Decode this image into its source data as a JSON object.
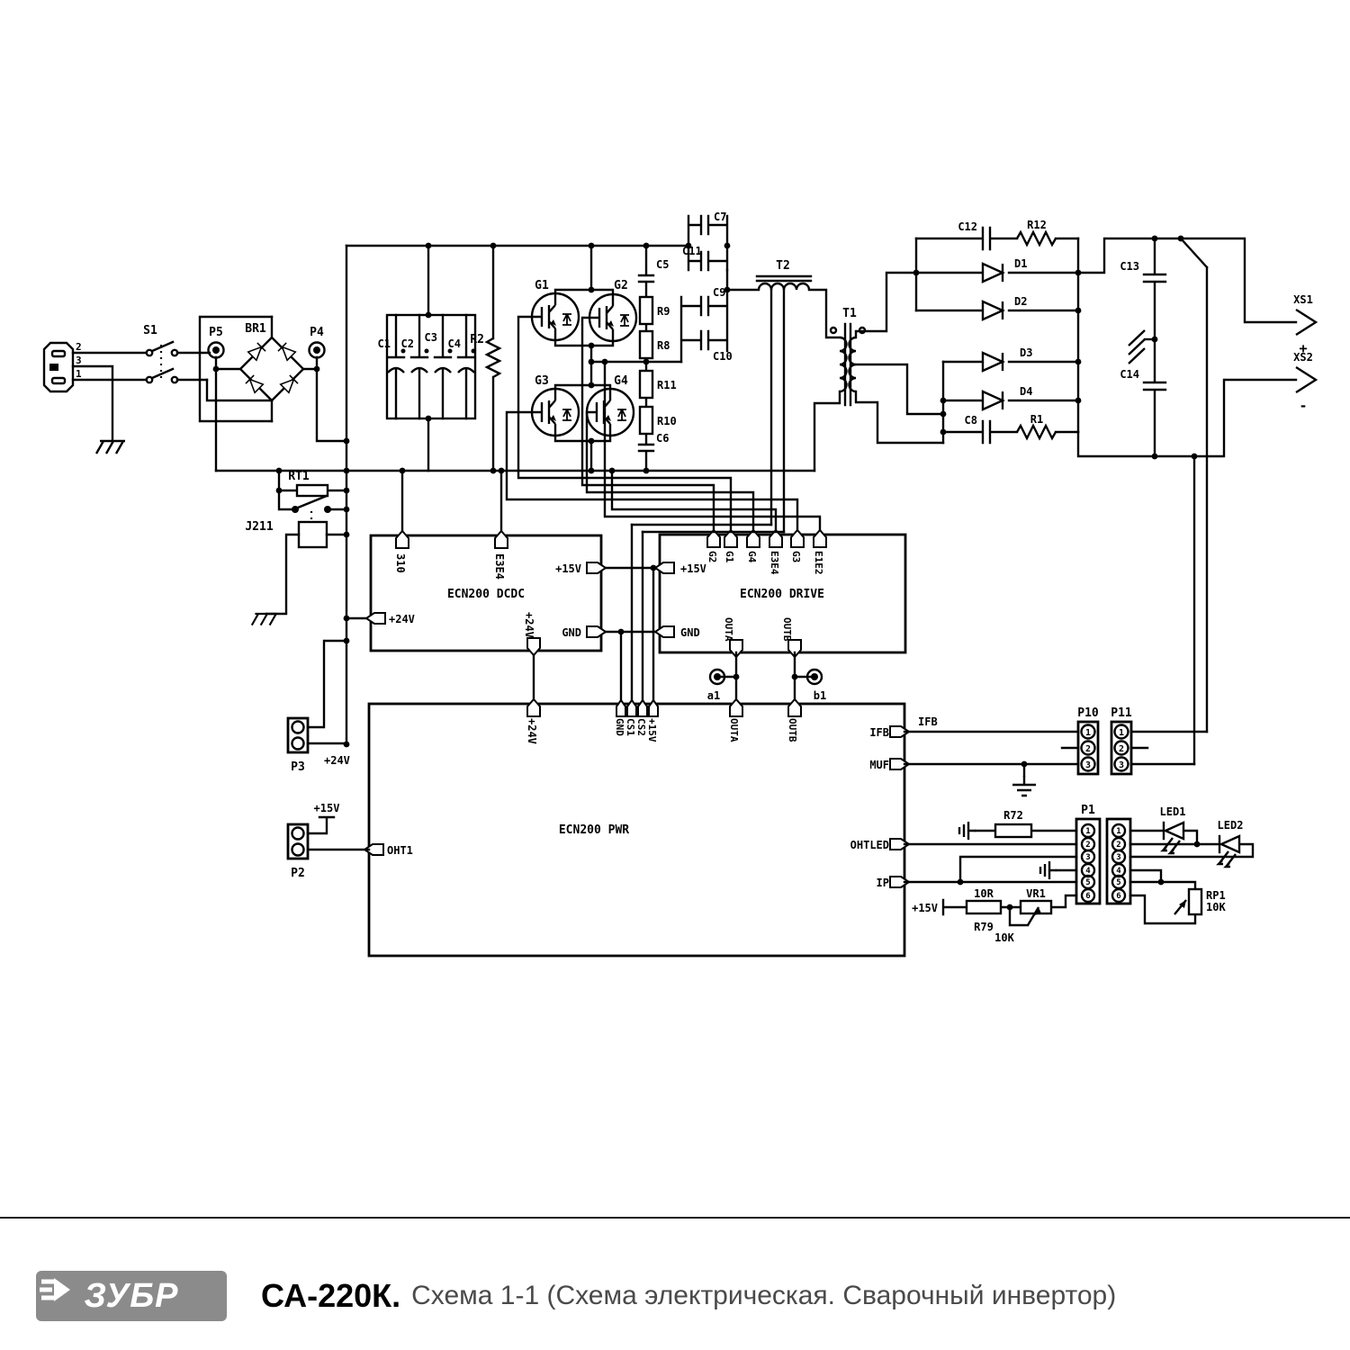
{
  "footer": {
    "logo_text": "ЗУБР",
    "model": "СА-220К.",
    "caption": "Схема 1-1 (Схема электрическая. Сварочный инвертор)"
  },
  "ac_input": {
    "pin_top": "2",
    "pin_mid": "3",
    "pin_bot": "1",
    "switch": "S1"
  },
  "rect_in": {
    "p5": "P5",
    "br1": "BR1",
    "p4": "P4",
    "rt1": "RT1",
    "relay": "J211"
  },
  "bus": {
    "c1": "C1",
    "c2": "C2",
    "c3": "C3",
    "c4": "C4",
    "r2": "R2"
  },
  "inv": {
    "g1": "G1",
    "g2": "G2",
    "g3": "G3",
    "g4": "G4",
    "c5": "C5",
    "c6": "C6",
    "r9": "R9",
    "r8": "R8",
    "r11": "R11",
    "r10": "R10",
    "c7": "C7",
    "c11": "C11",
    "c9": "C9",
    "c10": "C10",
    "t2": "T2",
    "t1": "T1"
  },
  "outrect": {
    "c12": "C12",
    "r12": "R12",
    "d1": "D1",
    "d2": "D2",
    "d3": "D3",
    "d4": "D4",
    "c8": "C8",
    "r1": "R1",
    "c13": "C13",
    "c14": "C14"
  },
  "outputs": {
    "xs1": "XS1",
    "xs1_pol": "+",
    "xs2": "XS2",
    "xs2_pol": "-"
  },
  "dcdc": {
    "title": "ECN200 DCDC",
    "p310": "310",
    "pe3e4": "E3E4",
    "p15": "+15V",
    "pgnd": "GND",
    "p24l": "+24V",
    "p24b": "+24V"
  },
  "drive": {
    "title": "ECN200 DRIVE",
    "pg2": "G2",
    "pg1": "G1",
    "pg4": "G4",
    "pe3e4": "E3E4",
    "pg3": "G3",
    "pe1e2": "E1E2",
    "p15": "+15V",
    "pgnd": "GND",
    "pouta": "OUTA",
    "poutb": "OUTB",
    "tpa": "a1",
    "tpb": "b1"
  },
  "pwr": {
    "title": "ECN200 PWR",
    "p24": "+24V",
    "pgnd": "GND",
    "pcs1": "CS1",
    "pcs2": "CS2",
    "p15": "+15V",
    "pouta": "OUTA",
    "poutb": "OUTB",
    "pifb": "IFB",
    "pmuf": "MUF",
    "pohtled": "OHTLED",
    "pip": "IP",
    "poht1": "OHT1",
    "ifb_wire": "IFB"
  },
  "left_conn": {
    "p3": "P3",
    "p3_net": "+24V",
    "p2": "P2",
    "p2_net": "+15V"
  },
  "p10": {
    "label": "P10",
    "pins": [
      "1",
      "2",
      "3"
    ]
  },
  "p11": {
    "label": "P11",
    "pins": [
      "1",
      "2",
      "3"
    ]
  },
  "p1": {
    "label": "P1",
    "pins": [
      "1",
      "2",
      "3",
      "4",
      "5",
      "6"
    ]
  },
  "p1b": {
    "pins": [
      "1",
      "2",
      "3",
      "4",
      "5",
      "6"
    ]
  },
  "panel": {
    "r72": "R72",
    "led1": "LED1",
    "led2": "LED2",
    "rp1": "RP1",
    "rp1_val": "10K",
    "v15": "+15V",
    "r79_val": "10R",
    "r79": "R79",
    "vr1": "VR1",
    "vr1_val": "10K"
  }
}
